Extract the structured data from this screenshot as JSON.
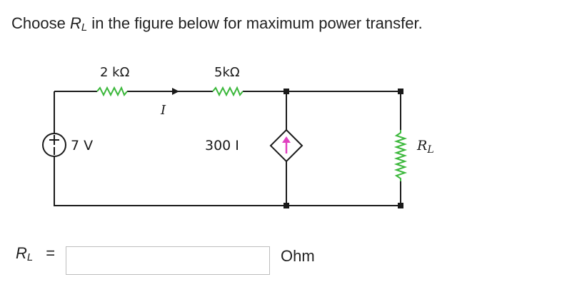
{
  "question": {
    "prefix": "Choose ",
    "var": "R",
    "sub": "L",
    "suffix": " in the figure below for maximum power transfer."
  },
  "circuit": {
    "r1_label": "2 kΩ",
    "r2_label": "5kΩ",
    "current_label": "I",
    "source_label": "7 V",
    "source_plus": "+",
    "source_minus": "−",
    "dep_source_label": "300 I",
    "load_label": "R",
    "load_sub": "L",
    "dep_arrow_color": "#e040c0",
    "wire_color": "#1a1a1a",
    "resistor_color": "#3cb83c"
  },
  "answer": {
    "var": "R",
    "sub": "L",
    "equals": "=",
    "value": "",
    "unit": "Ohm"
  }
}
